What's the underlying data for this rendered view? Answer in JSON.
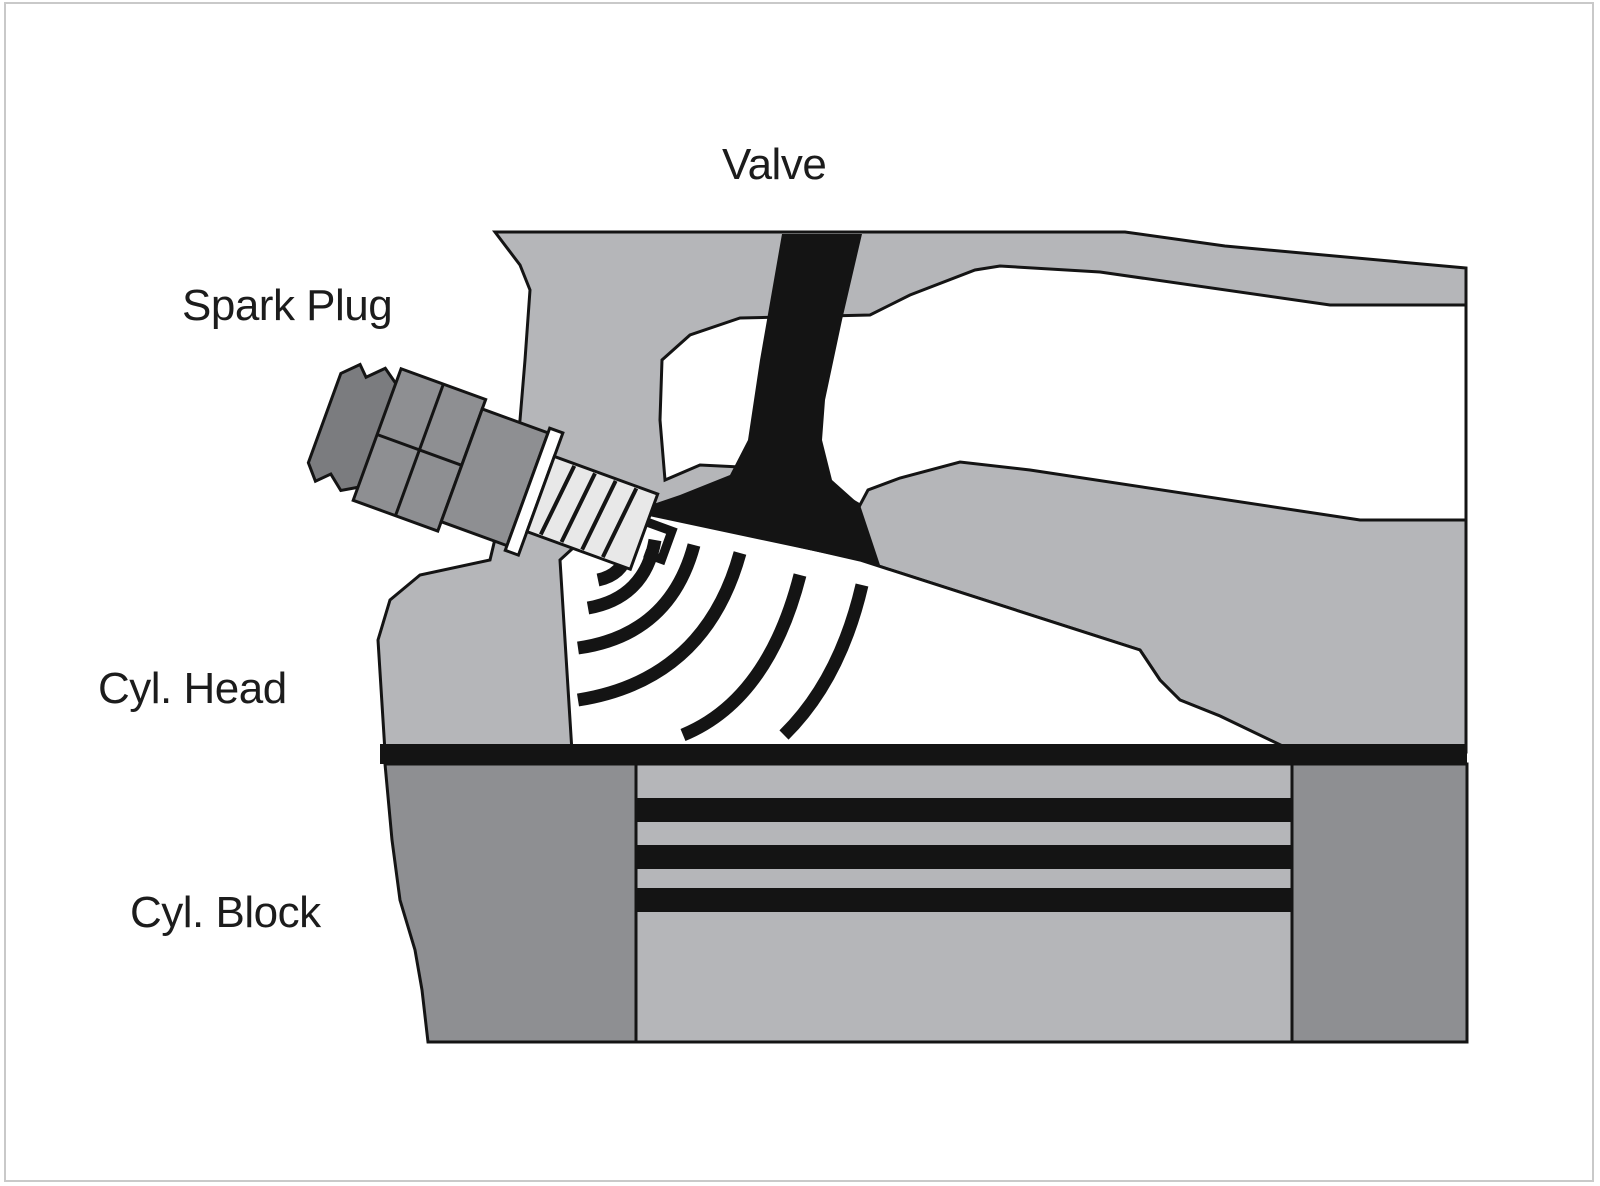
{
  "labels": {
    "valve": "Valve",
    "spark_plug": "Spark Plug",
    "cyl_head": "Cyl. Head",
    "cyl_block": "Cyl. Block"
  },
  "colors": {
    "light_gray": "#b5b6b9",
    "mid_gray": "#8e8f92",
    "dark_gray": "#7b7c7f",
    "black": "#141414",
    "thread": "#e8e8e8",
    "background": "#ffffff"
  }
}
